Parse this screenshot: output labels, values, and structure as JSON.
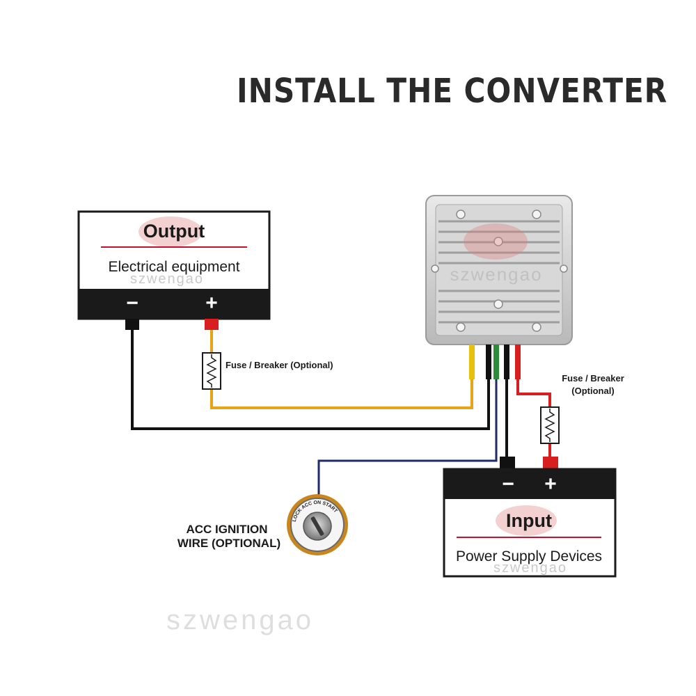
{
  "title": "INSTALL THE CONVERTER",
  "output_box": {
    "heading": "Output",
    "description": "Electrical equipment",
    "neg_symbol": "−",
    "pos_symbol": "+"
  },
  "input_box": {
    "heading": "Input",
    "description": "Power Supply Devices",
    "neg_symbol": "−",
    "pos_symbol": "+"
  },
  "fuse_output": {
    "label": "Fuse / Breaker (Optional)"
  },
  "fuse_input": {
    "label_line1": "Fuse / Breaker",
    "label_line2": "(Optional)"
  },
  "acc": {
    "label_line1": "ACC IGNITION",
    "label_line2": "WIRE (OPTIONAL)",
    "ring_text": "LOCK ACC ON START"
  },
  "watermark": "szwengao",
  "wire_colors": {
    "yellow": "#e8a316",
    "black": "#111111",
    "green": "#2e8b3a",
    "navy": "#1c2a6e",
    "red": "#d81e1e"
  },
  "accent_color": "#c8102e"
}
